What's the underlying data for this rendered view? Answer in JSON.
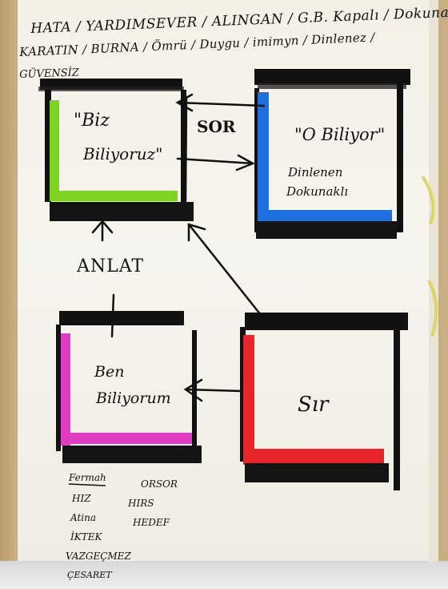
{
  "header": {
    "line1": "HATA / YARDIMSEVER / ALINGAN / G.B. Kapalı / Dokunaklı",
    "line2": "KARATIN / BURNA / Ömrü / Duygu / imimyn / Dinlenez /",
    "line3": "GÜVENSİZ"
  },
  "quadrants": {
    "top_left": {
      "line1": "\"Biz",
      "line2": "Biliyoruz\"",
      "color": "#7ed321"
    },
    "top_right": {
      "line1": "\"O Biliyor\"",
      "line2": "Dinlenen",
      "line3": "Dokunaklı",
      "color": "#1e6fe0"
    },
    "bottom_left": {
      "line1": "Ben",
      "line2": "Biliyorum",
      "color": "#e03cc4"
    },
    "bottom_right": {
      "line1": "Sır",
      "color": "#e8252b"
    }
  },
  "arrow_labels": {
    "ask": "SOR",
    "tell": "ANLAT"
  },
  "notes": {
    "col1": [
      "Fermah",
      "HIZ",
      "Atina",
      "İKTEK",
      "VAZGEÇMEZ",
      "ÇESARET"
    ],
    "col2": [
      "ORSOR",
      "HIRS",
      "HEDEF"
    ]
  }
}
